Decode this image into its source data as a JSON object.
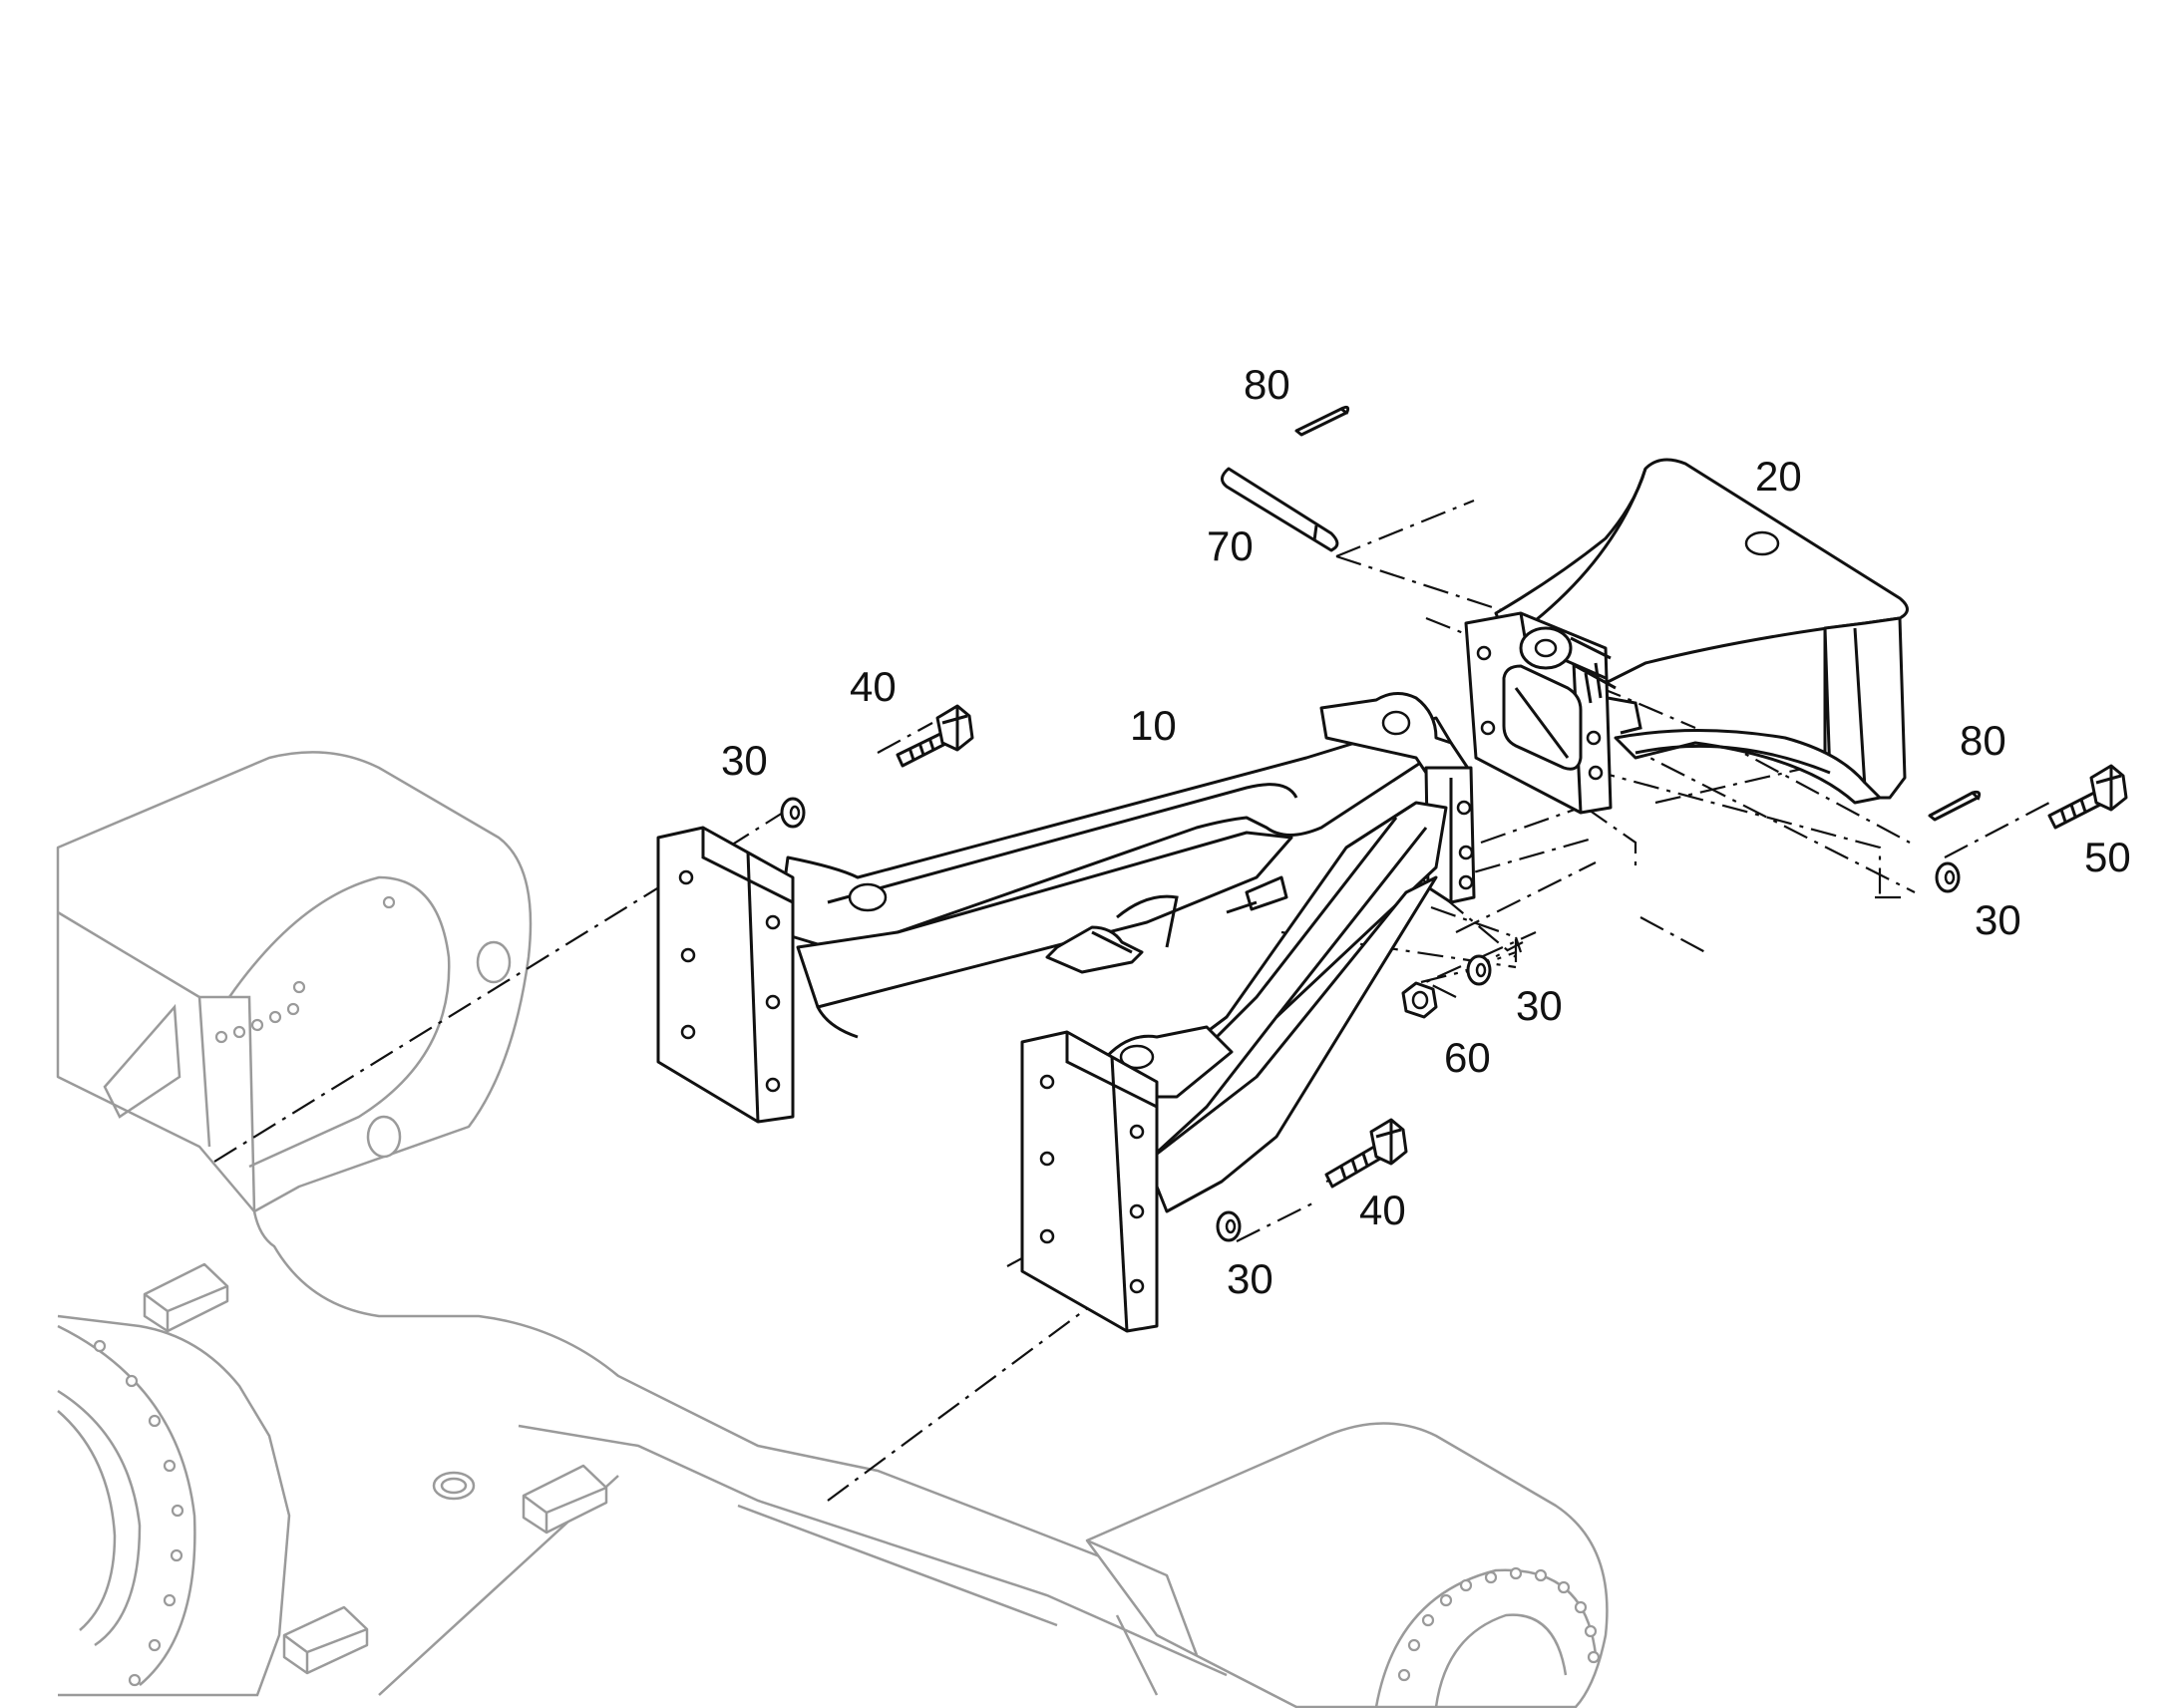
{
  "callouts": {
    "c10": "10",
    "c20": "20",
    "c30a": "30",
    "c30b": "30",
    "c30c": "30",
    "c30d": "30",
    "c40a": "40",
    "c40b": "40",
    "c50": "50",
    "c60": "60",
    "c70": "70",
    "c80a": "80",
    "c80b": "80"
  }
}
